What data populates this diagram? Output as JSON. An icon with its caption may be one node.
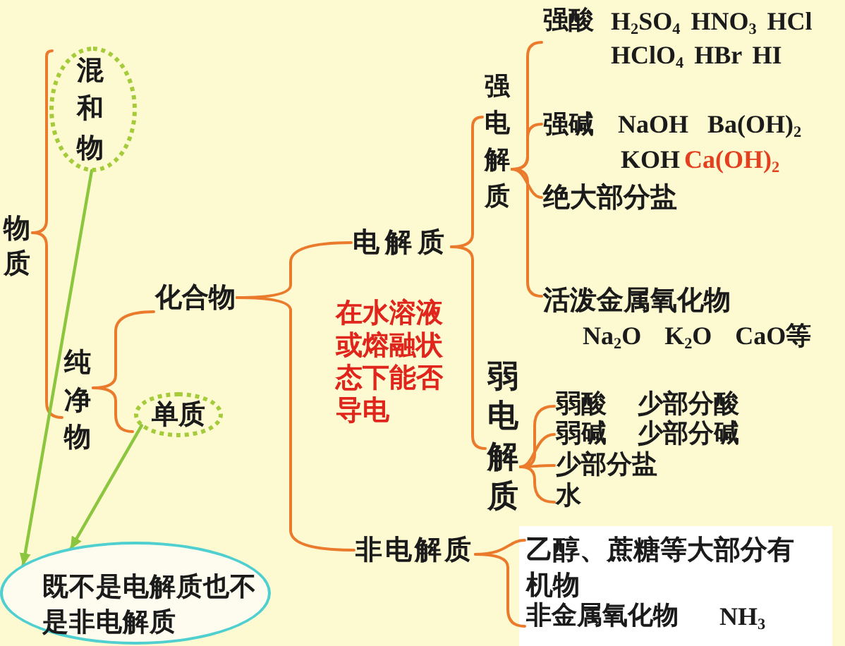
{
  "diagram": {
    "nodes": [
      {
        "text": [
          "物质"
        ]
      },
      {
        "text": [
          "混和物"
        ]
      },
      {
        "text": [
          "纯净物"
        ]
      },
      {
        "text": [
          "化合物"
        ]
      },
      {
        "text": [
          "单质"
        ]
      },
      {
        "text": [
          "既不是电解质也不是非电解质"
        ]
      },
      {
        "text": [
          "电解质"
        ]
      },
      {
        "text": [
          "强电解质"
        ]
      },
      {
        "text": [
          "强酸",
          "H$_{2}$SO$_{4}$ HNO$_{3}$ HCl HClO$_{4}$ HBr HI"
        ]
      },
      {
        "text": [
          "强碱",
          "NaOH Ba(OH)$_{2}$",
          "KOH",
          "Ca(OH)$_{2}$"
        ]
      },
      {
        "text": [
          "绝大部分盐"
        ]
      },
      {
        "text": [
          "活泼金属氧化物",
          "Na$_{2}$O K$_{2}$O CaO等"
        ]
      },
      {
        "text": [
          "弱电解质"
        ]
      },
      {
        "text": [
          "弱酸",
          "少部分酸"
        ]
      },
      {
        "text": [
          "弱碱",
          "少部分碱"
        ]
      },
      {
        "text": [
          "少部分盐"
        ]
      },
      {
        "text": [
          "水"
        ]
      },
      {
        "text": [
          "非电解质"
        ]
      },
      {
        "text": [
          "乙醇、蔗糖等大部分有机物"
        ]
      },
      {
        "text": [
          "非金属氧化物",
          "NH$_{3}$"
        ]
      }
    ],
    "edges": [
      {
        "from": 0,
        "to": 1,
        "arrow": "none"
      },
      {
        "from": 0,
        "to": 2,
        "arrow": "none"
      },
      {
        "from": 2,
        "to": 3,
        "arrow": "none"
      },
      {
        "from": 2,
        "to": 4,
        "arrow": "none"
      },
      {
        "from": 3,
        "to": 6,
        "arrow": "none"
      },
      {
        "from": 3,
        "to": 17,
        "arrow": "none"
      },
      {
        "from": 6,
        "to": 7,
        "arrow": "none"
      },
      {
        "from": 6,
        "to": 12,
        "arrow": "none"
      },
      {
        "from": 7,
        "to": 8,
        "arrow": "none"
      },
      {
        "from": 7,
        "to": 9,
        "arrow": "none"
      },
      {
        "from": 7,
        "to": 10,
        "arrow": "none"
      },
      {
        "from": 7,
        "to": 11,
        "arrow": "none"
      },
      {
        "from": 12,
        "to": 13,
        "arrow": "none"
      },
      {
        "from": 12,
        "to": 14,
        "arrow": "none"
      },
      {
        "from": 12,
        "to": 15,
        "arrow": "none"
      },
      {
        "from": 12,
        "to": 16,
        "arrow": "none"
      },
      {
        "from": 17,
        "to": 18,
        "arrow": "none"
      },
      {
        "from": 17,
        "to": 19,
        "arrow": "none"
      },
      {
        "from": 1,
        "to": 5,
        "arrow": "to",
        "color": "#8cc63f"
      },
      {
        "from": 4,
        "to": 5,
        "arrow": "to",
        "color": "#8cc63f"
      }
    ],
    "labels": [
      "在水溶液或熔融状态下能否导电"
    ]
  }
}
